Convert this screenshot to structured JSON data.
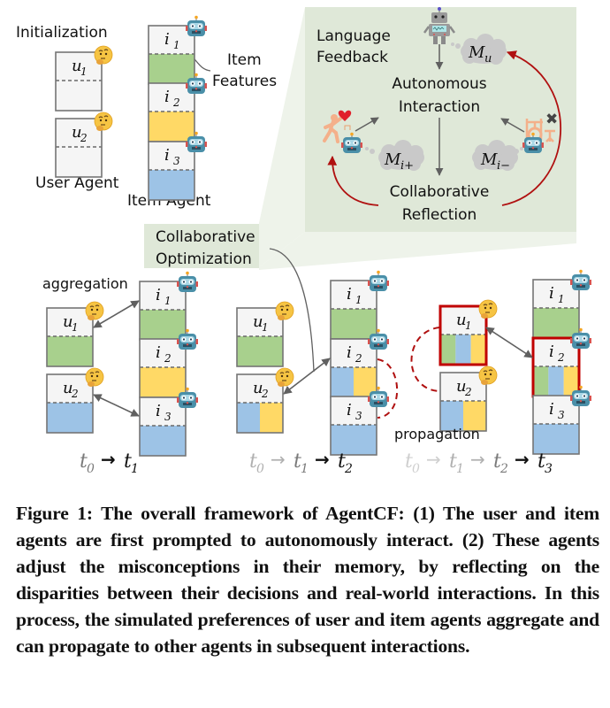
{
  "colors": {
    "panel_bg": "#dfe8d8",
    "fan_bg": "#eef3ea",
    "green": "#a8d08d",
    "yellow": "#ffd966",
    "blue": "#9dc3e6",
    "box_bg": "#f5f5f5",
    "box_border": "#757575",
    "highlight_border": "#c00000",
    "feedback_arrow": "#b01010",
    "cloud": "#c9c9c9"
  },
  "initialization": {
    "title": "Initialization",
    "user_agent_label": "User Agent",
    "item_agent_label": "Item Agent",
    "item_features_label_1": "Item",
    "item_features_label_2": "Features",
    "users": [
      {
        "id": "u",
        "sub": "1"
      },
      {
        "id": "u",
        "sub": "2"
      }
    ],
    "items": [
      {
        "id": "i",
        "sub": "1",
        "feature": "green"
      },
      {
        "id": "i",
        "sub": "2",
        "feature": "yellow"
      },
      {
        "id": "i",
        "sub": "3",
        "feature": "blue"
      }
    ]
  },
  "language_feedback": {
    "title_1": "Language",
    "title_2": "Feedback",
    "autonomous_1": "Autonomous",
    "autonomous_2": "Interaction",
    "reflection_1": "Collaborative",
    "reflection_2": "Reflection",
    "memory_user": {
      "base": "M",
      "sub": "u"
    },
    "memory_pos": {
      "base": "M",
      "sub": "i+"
    },
    "memory_neg": {
      "base": "M",
      "sub": "i−"
    },
    "cross_mark": "✖"
  },
  "optimization": {
    "label_1": "Collaborative",
    "label_2": "Optimization"
  },
  "stages": [
    {
      "annotation": "aggregation",
      "timeline": [
        {
          "t": "t",
          "sub": "0",
          "state": "normal"
        },
        {
          "t": "→",
          "state": "arrow-active"
        },
        {
          "t": "t",
          "sub": "1",
          "state": "active"
        }
      ]
    },
    {
      "annotation": "",
      "timeline": [
        {
          "t": "t",
          "sub": "0",
          "state": "faded"
        },
        {
          "t": "→",
          "state": "arrow-faded"
        },
        {
          "t": "t",
          "sub": "1",
          "state": "normal"
        },
        {
          "t": "→",
          "state": "arrow-active"
        },
        {
          "t": "t",
          "sub": "2",
          "state": "active"
        }
      ]
    },
    {
      "annotation": "propagation",
      "timeline": [
        {
          "t": "t",
          "sub": "0",
          "state": "faded2"
        },
        {
          "t": "→",
          "state": "arrow-faded2"
        },
        {
          "t": "t",
          "sub": "1",
          "state": "faded"
        },
        {
          "t": "→",
          "state": "arrow-faded"
        },
        {
          "t": "t",
          "sub": "2",
          "state": "normal"
        },
        {
          "t": "→",
          "state": "arrow-active"
        },
        {
          "t": "t",
          "sub": "3",
          "state": "active"
        }
      ]
    }
  ],
  "caption": "Figure 1: The overall framework of AgentCF: (1) The user and item agents are first prompted to autonomously interact. (2) These agents adjust the misconceptions in their memory, by reflecting on the disparities between their decisions and real-world interactions. In this process, the simulated preferences of user and item agents aggregate and can propagate to other agents in subsequent interactions."
}
